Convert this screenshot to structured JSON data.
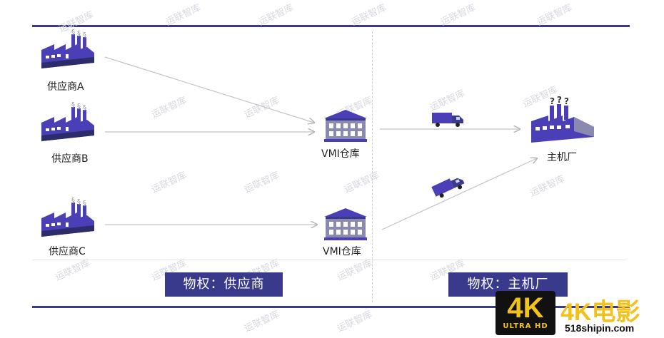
{
  "suppliers": [
    {
      "label": "供应商A"
    },
    {
      "label": "供应商B"
    },
    {
      "label": "供应商C"
    }
  ],
  "warehouses": [
    {
      "label": "VMI仓库"
    },
    {
      "label": "VMI仓库"
    }
  ],
  "oem": {
    "label": "主机厂"
  },
  "ownership": {
    "left": "物权：供应商",
    "right": "物权：主机厂"
  },
  "watermark": "运联智库",
  "logo": {
    "big": "4K",
    "small": "ULTRA HD",
    "brand": "4K电影",
    "site": "518shipin.com"
  },
  "colors": {
    "accent": "#3a3a8c",
    "icon": "#4b3fb8",
    "logo": "#f2c21b"
  },
  "icons": [
    "factory-icon",
    "warehouse-icon",
    "truck-icon"
  ]
}
